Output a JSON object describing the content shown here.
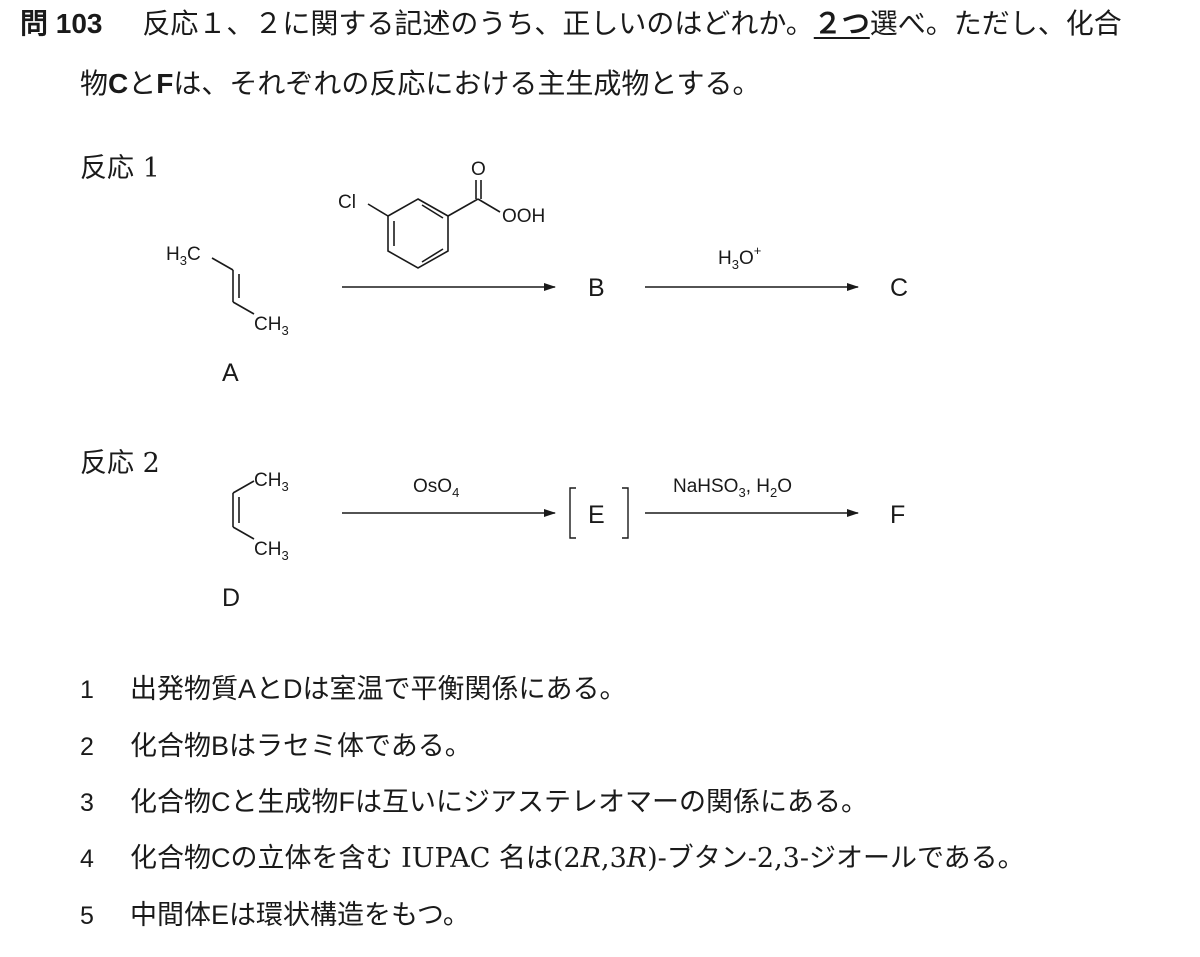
{
  "question": {
    "number": "問 103",
    "line1_a": "反応１、２に関する記述のうち、正しいのはどれか。",
    "line1_b": "２つ",
    "line1_c": "選べ。ただし、化合",
    "line2_a": "物",
    "line2_C": "C",
    "line2_b": "と",
    "line2_F": "F",
    "line2_c": "は、それぞれの反応における主生成物とする。"
  },
  "reaction1": {
    "label": "反応 1",
    "reagent_cl": "Cl",
    "reagent_o": "O",
    "reagent_ooh": "OOH",
    "start_h3c": "H",
    "start_h3c_sub": "3",
    "start_h3c_c": "C",
    "start_ch3": "CH",
    "start_ch3_sub": "3",
    "compound_A": "A",
    "product_B": "B",
    "reagent2": "H",
    "reagent2_sub": "3",
    "reagent2_o": "O",
    "reagent2_sup": "+",
    "product_C": "C"
  },
  "reaction2": {
    "label": "反応 2",
    "start_ch3_top": "CH",
    "start_ch3_top_sub": "3",
    "start_ch3_bot": "CH",
    "start_ch3_bot_sub": "3",
    "compound_D": "D",
    "reagent1": "OsO",
    "reagent1_sub": "4",
    "intermediate_E": "E",
    "reagent2": "NaHSO",
    "reagent2_sub": "3",
    "reagent2_rest": ", H",
    "reagent2_sub2": "2",
    "reagent2_o": "O",
    "product_F": "F"
  },
  "options": [
    {
      "num": "1",
      "parts": [
        "出発物質",
        "A",
        "と",
        "D",
        "は室温で平衡関係にある。"
      ]
    },
    {
      "num": "2",
      "parts": [
        "化合物",
        "B",
        "はラセミ体である。"
      ]
    },
    {
      "num": "3",
      "parts": [
        "化合物",
        "C",
        "と生成物",
        "F",
        "は互いにジアステレオマーの関係にある。"
      ]
    },
    {
      "num": "4",
      "parts": [
        "化合物",
        "C",
        "の立体を含む IUPAC 名は(2",
        "R",
        ",3",
        "R",
        ")-ブタン-2,3-ジオールである。"
      ]
    },
    {
      "num": "5",
      "parts": [
        "中間体",
        "E",
        "は環状構造をもつ。"
      ]
    }
  ]
}
